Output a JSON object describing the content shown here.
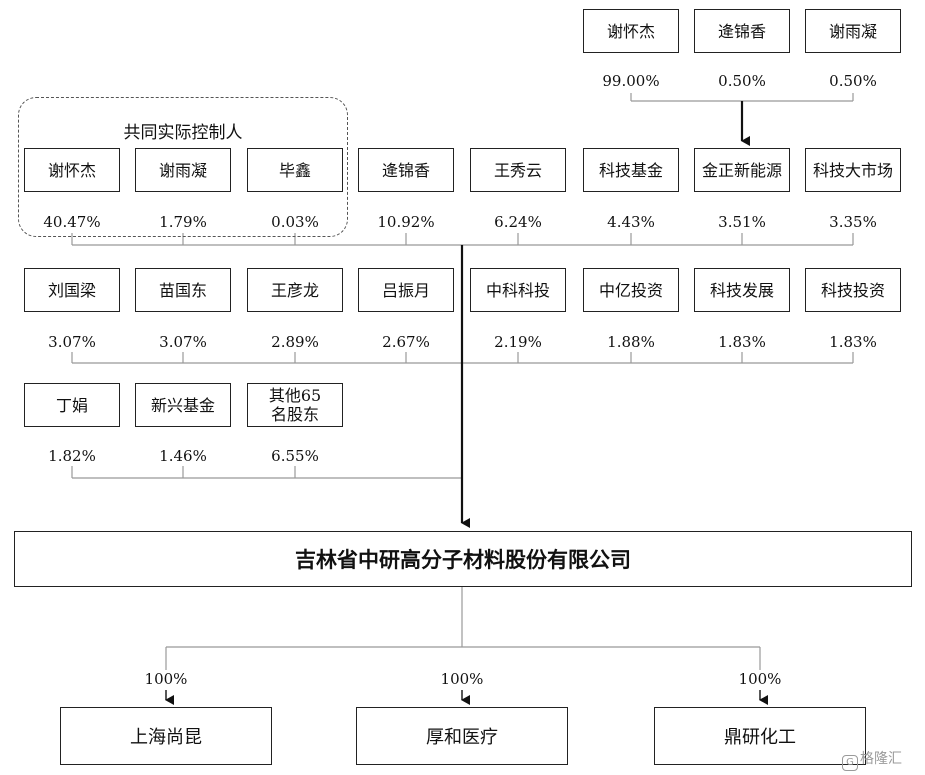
{
  "top_shareholders": [
    {
      "name": "谢怀杰",
      "pct": "99.00%"
    },
    {
      "name": "逄锦香",
      "pct": "0.50%"
    },
    {
      "name": "谢雨凝",
      "pct": "0.50%"
    }
  ],
  "joint_controllers": {
    "label": "共同实际控制人",
    "members": [
      {
        "name": "谢怀杰",
        "pct": "40.47%"
      },
      {
        "name": "谢雨凝",
        "pct": "1.79%"
      },
      {
        "name": "毕鑫",
        "pct": "0.03%"
      }
    ]
  },
  "row1_others": [
    {
      "name": "逄锦香",
      "pct": "10.92%"
    },
    {
      "name": "王秀云",
      "pct": "6.24%"
    },
    {
      "name": "科技基金",
      "pct": "4.43%"
    },
    {
      "name": "金正新能源",
      "pct": "3.51%"
    },
    {
      "name": "科技大市场",
      "pct": "3.35%"
    }
  ],
  "row2": [
    {
      "name": "刘国梁",
      "pct": "3.07%"
    },
    {
      "name": "苗国东",
      "pct": "3.07%"
    },
    {
      "name": "王彦龙",
      "pct": "2.89%"
    },
    {
      "name": "吕振月",
      "pct": "2.67%"
    },
    {
      "name": "中科科投",
      "pct": "2.19%"
    },
    {
      "name": "中亿投资",
      "pct": "1.88%"
    },
    {
      "name": "科技发展",
      "pct": "1.83%"
    },
    {
      "name": "科技投资",
      "pct": "1.83%"
    }
  ],
  "row3": [
    {
      "name": "丁娟",
      "pct": "1.82%"
    },
    {
      "name": "新兴基金",
      "pct": "1.46%"
    },
    {
      "name": "其他65名股东",
      "pct": "6.55%"
    }
  ],
  "company": {
    "name": "吉林省中研高分子材料股份有限公司"
  },
  "subsidiaries": [
    {
      "name": "上海尚昆",
      "pct": "100%"
    },
    {
      "name": "厚和医疗",
      "pct": "100%"
    },
    {
      "name": "鼎研化工",
      "pct": "100%"
    }
  ],
  "watermark": {
    "text": "格隆汇",
    "icon": "g-logo-icon"
  }
}
